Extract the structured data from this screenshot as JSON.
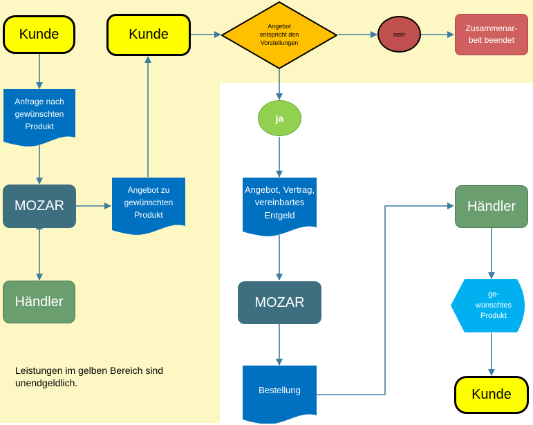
{
  "nodes": {
    "kunde_1": "Kunde",
    "kunde_2": "Kunde",
    "kunde_3": "Kunde",
    "anfrage": "Anfrage nach gewünschten Produkt",
    "angebot_zu": "Angebot zu gewünschten Produkt",
    "decision": "Angebot entspricht den Vorstellungen",
    "nein": "nein",
    "ja": "ja",
    "zusammenarbeit": "Zusammenar-beit beendet",
    "mozar_1": "MOZAR",
    "mozar_2": "MOZAR",
    "haendler_1": "Händler",
    "haendler_2": "Händler",
    "angebot_vertrag": "Angebot, Vertrag, vereinbartes Entgeld",
    "bestellung": "Bestellung",
    "produkt": "ge-wünschtes Produkt"
  },
  "note": "Leistungen im gelben Bereich sind unendgeldlich.",
  "colors": {
    "yellow_area": "#fdf7c3",
    "terminal": "#ffff00",
    "process": "#3d6f80",
    "document": "#0070c0",
    "trader": "#6b9e6e",
    "decision": "#ffc000",
    "no": "#c0504d",
    "yes": "#92d050",
    "end": "#d06060",
    "display": "#00b0f0",
    "connector": "#3b7ca0"
  }
}
